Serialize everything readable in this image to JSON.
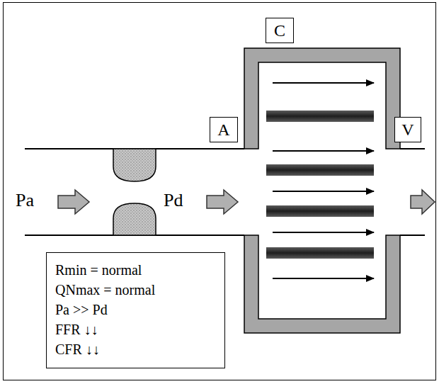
{
  "diagram": {
    "nodes": [
      {
        "text": [
          "C"
        ]
      },
      {
        "text": [
          "A"
        ]
      },
      {
        "text": [
          "V"
        ]
      },
      {
        "text": [
          "Rmin = normal",
          "QNmax = normal",
          "Pa >> Pd",
          "FFR ↓↓",
          "CFR ↓↓"
        ]
      }
    ],
    "labels": [
      "Pa",
      "Pd"
    ]
  }
}
